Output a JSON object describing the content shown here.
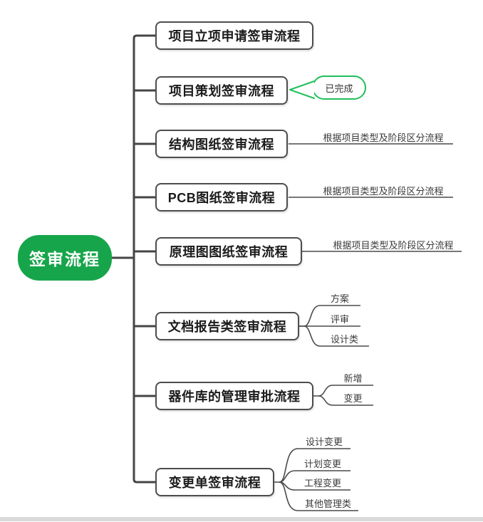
{
  "root": {
    "label": "签审流程"
  },
  "branches": [
    {
      "label": "项目立项申请签审流程"
    },
    {
      "label": "项目策划签审流程",
      "callout": "已完成"
    },
    {
      "label": "结构图纸签审流程",
      "note": "根据项目类型及阶段区分流程"
    },
    {
      "label": "PCB图纸签审流程",
      "note": "根据项目类型及阶段区分流程"
    },
    {
      "label": "原理图图纸签审流程",
      "note": "根据项目类型及阶段区分流程"
    },
    {
      "label": "文档报告类签审流程",
      "children": [
        "方案",
        "评审",
        "设计类"
      ]
    },
    {
      "label": "器件库的管理审批流程",
      "children": [
        "新增",
        "变更"
      ]
    },
    {
      "label": "变更单签审流程",
      "children": [
        "设计变更",
        "计划变更",
        "工程变更",
        "其他管理类"
      ]
    }
  ],
  "colors": {
    "root_fill": "#17a54b",
    "root_text": "#ffffff",
    "branch_line": "#454545",
    "box_border": "#4d4d4d",
    "callout_border": "#1fc05c",
    "scrollbar": "#d9d9d9"
  }
}
